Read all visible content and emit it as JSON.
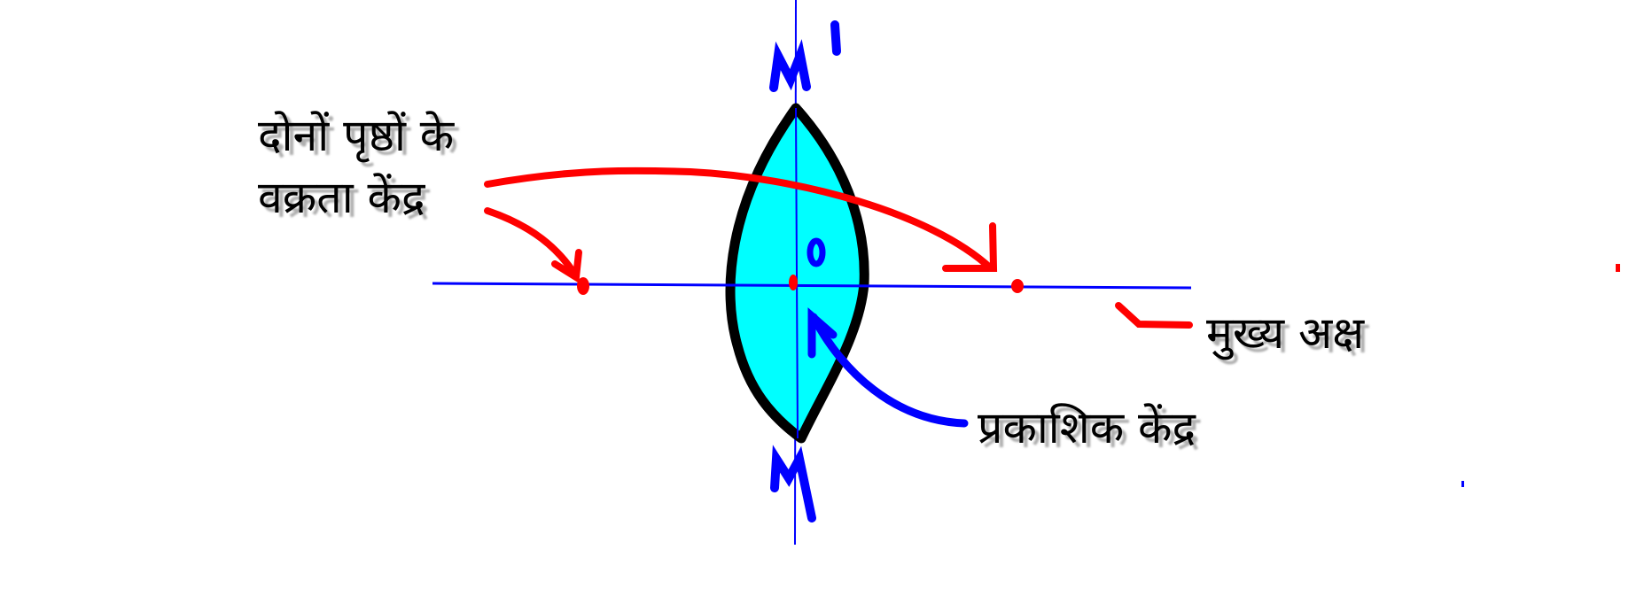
{
  "diagram": {
    "labels": {
      "centers_of_curvature_line1": "दोनों पृष्ठों के",
      "centers_of_curvature_line2": "वक्रता केंद्र",
      "principal_axis": "मुख्य अक्ष",
      "optical_centre": "प्रकाशिक केंद्र",
      "point_o": "O",
      "top_point": "M'",
      "bottom_point": "M"
    },
    "colors": {
      "lens_fill": "#00ffff",
      "lens_outline": "#000000",
      "axis": "#0000ff",
      "red_annotation": "#ff0000",
      "blue_annotation": "#0000ff"
    }
  }
}
